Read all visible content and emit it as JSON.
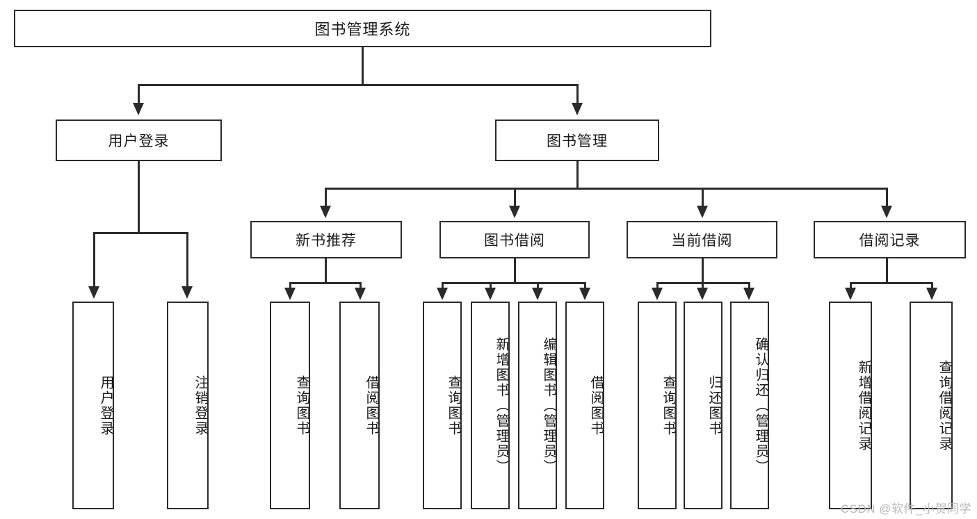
{
  "diagram": {
    "title": "图书管理系统",
    "root": {
      "label": "图书管理系统"
    },
    "level1": [
      {
        "label": "用户登录"
      },
      {
        "label": "图书管理"
      }
    ],
    "level2": [
      {
        "label": "新书推荐"
      },
      {
        "label": "图书借阅"
      },
      {
        "label": "当前借阅"
      },
      {
        "label": "借阅记录"
      }
    ],
    "leaves": {
      "user_login": [
        {
          "label": "用户登录"
        },
        {
          "label": "注销登录"
        }
      ],
      "new_book": [
        {
          "label": "查询图书"
        },
        {
          "label": "借阅图书"
        }
      ],
      "borrow_book": [
        {
          "label": "查询图书"
        },
        {
          "label": "新增图书（管理员）"
        },
        {
          "label": "编辑图书（管理员）"
        },
        {
          "label": "借阅图书"
        }
      ],
      "current_borrow": [
        {
          "label": "查询图书"
        },
        {
          "label": "归还图书"
        },
        {
          "label": "确认归还（管理员）"
        }
      ],
      "borrow_record": [
        {
          "label": "新增借阅记录"
        },
        {
          "label": "查询借阅记录"
        }
      ]
    }
  },
  "watermark": {
    "text": "CSDN @软件_小贺同学"
  },
  "colors": {
    "stroke": "#2b2b2b",
    "background": "#ffffff",
    "text": "#1a1a1a",
    "watermark": "#b9b9b9"
  }
}
